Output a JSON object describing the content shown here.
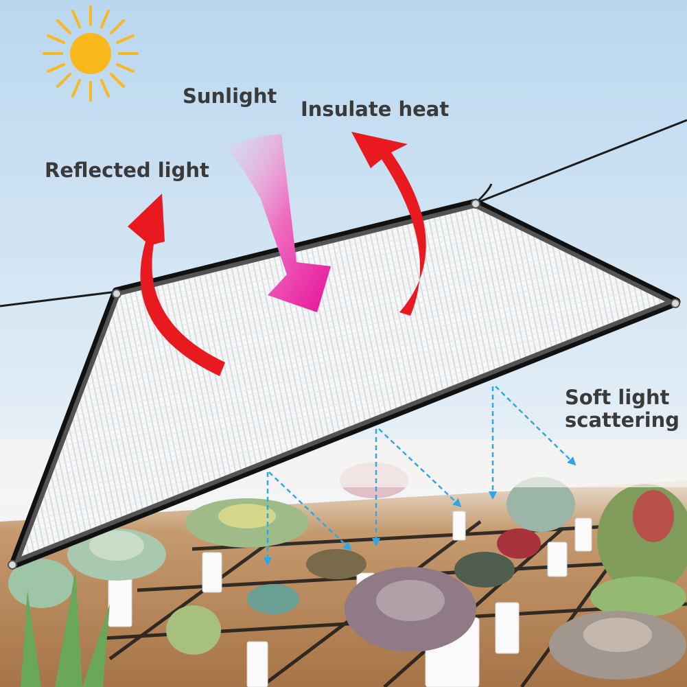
{
  "labels": {
    "sunlight": "Sunlight",
    "insulate_heat": "Insulate heat",
    "reflected_light": "Reflected light",
    "soft_light_scattering": "Soft light scattering"
  },
  "colors": {
    "sky_top": "#b9d7ef",
    "sky_bottom": "#f2f6f9",
    "sun": "#f9b81b",
    "heat_arrow": "#e8191f",
    "sunlight_arrow": "#e6109a",
    "scatter_arrow": "#2fa7e5",
    "net_border": "#111111",
    "soil": "#b98658",
    "label_text": "#3a3a3a"
  },
  "icons": {
    "sun": "sun-icon"
  }
}
